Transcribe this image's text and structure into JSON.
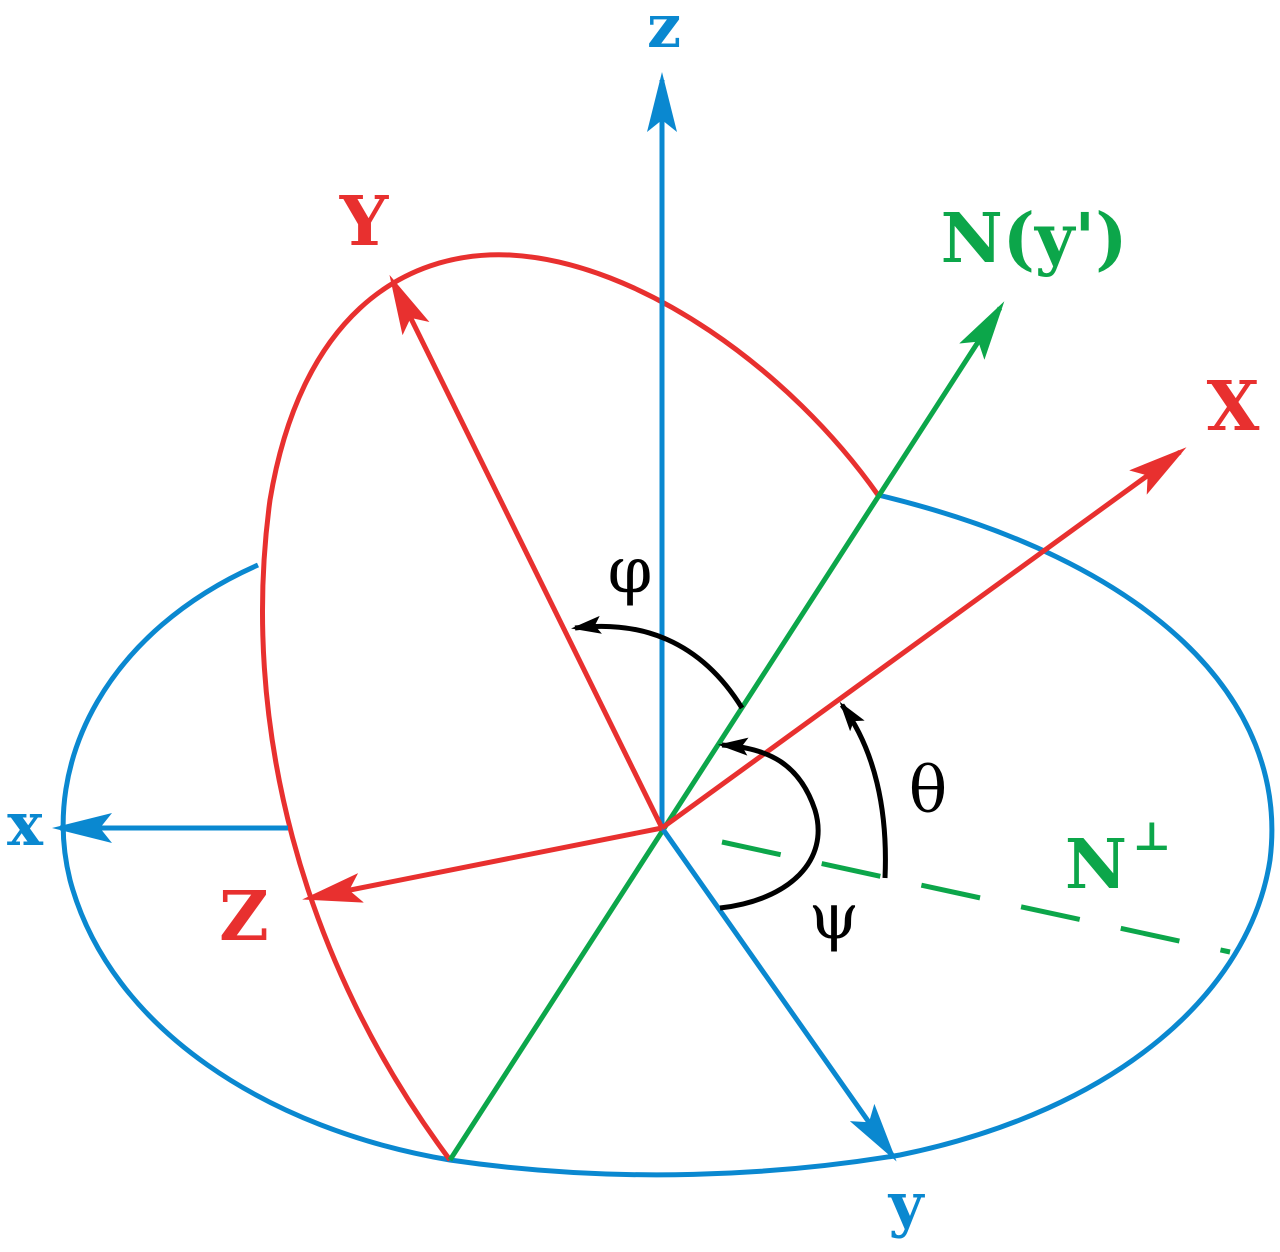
{
  "colors": {
    "fixed_frame": "#0a88d0",
    "rotated_frame": "#e8302f",
    "node_line": "#0ca64a",
    "angle_arrow": "#000000",
    "background": "#ffffff"
  },
  "labels": {
    "fixed_x": "x",
    "fixed_y": "y",
    "fixed_z": "z",
    "rotated_X": "X",
    "rotated_Y": "Y",
    "rotated_Z": "Z",
    "node_line": "N(y')",
    "node_perp": "N",
    "node_perp_sup": "⊥",
    "angle_phi": "φ",
    "angle_theta": "θ",
    "angle_psi": "ψ"
  }
}
